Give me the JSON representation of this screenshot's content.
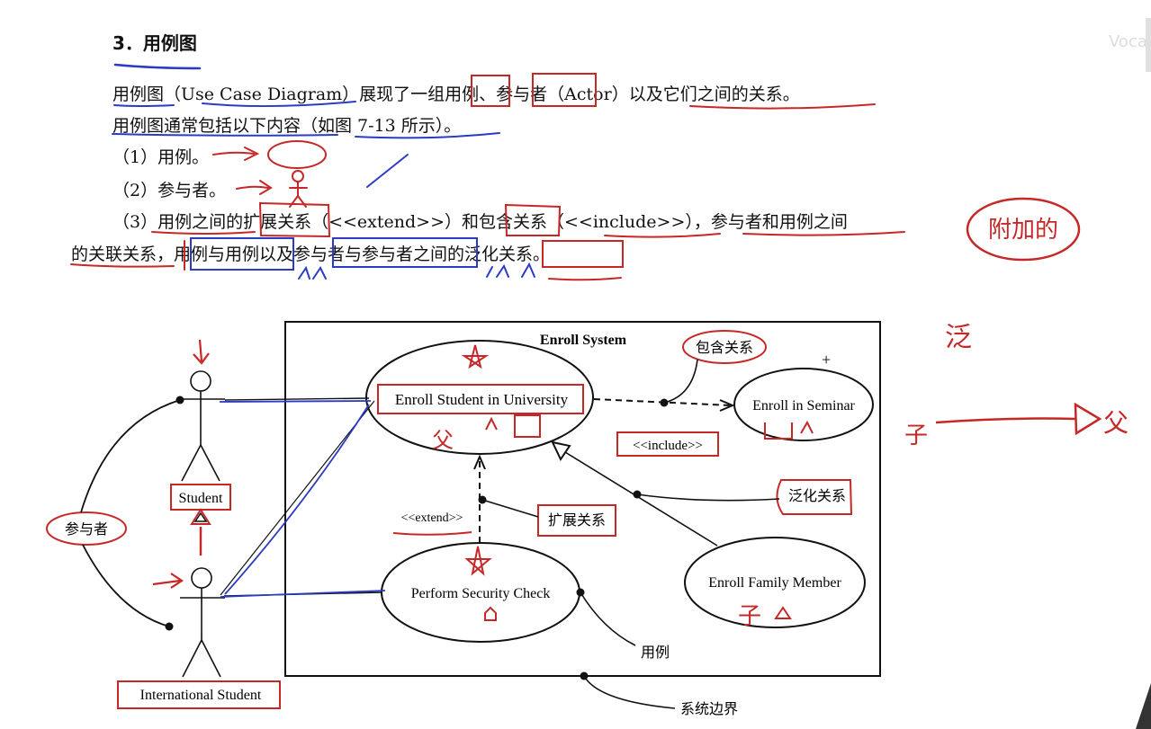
{
  "heading": "3．用例图",
  "paragraphs": [
    "用例图（Use Case Diagram）展现了一组用例、参与者（Actor）以及它们之间的关系。",
    "用例图通常包括以下内容（如图 7-13 所示）。",
    "（1）用例。",
    "（2）参与者。",
    "（3）用例之间的扩展关系（<<extend>>）和包含关系（<<include>>），参与者和用例之间",
    "的关联关系，用例与用例以及参与者与参与者之间的泛化关系。"
  ],
  "diagram": {
    "system_title": "Enroll System",
    "use_cases": {
      "enroll_university": "Enroll Student in University",
      "enroll_seminar": "Enroll in Seminar",
      "security_check": "Perform Security Check",
      "family_member": "Enroll Family Member"
    },
    "actors": {
      "student": "Student",
      "international": "International Student"
    },
    "stereotypes": {
      "include": "<<include>>",
      "extend": "<<extend>>"
    },
    "callouts": {
      "include_relation": "包含关系",
      "extend_relation": "扩展关系",
      "generalization": "泛化关系",
      "actor": "参与者",
      "use_case": "用例",
      "system_boundary": "系统边界"
    }
  },
  "annotations": {
    "plus": "+",
    "top_right": "Vocal",
    "circled_note": "附加的",
    "margin_char": "泛",
    "right_child": "子",
    "right_parent": "父",
    "under_university": "父",
    "under_family": "子",
    "stars": "☆"
  },
  "colors": {
    "red": "#c62828",
    "blue": "#2b3bc4",
    "black": "#111111"
  }
}
